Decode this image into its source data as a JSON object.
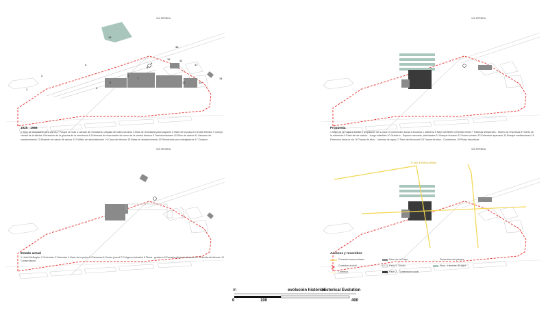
{
  "panels": {
    "p1": {
      "rail": "VÍA FERREA",
      "title": "1925 - 1958",
      "caption": "1 Silos de remolacha para carros 2 Parque de vías 3 Lavado de remolacha. Llegada de todos los silos 4 Silos de remolacha para vagones 5 Nave de la pulpa 6 Central térmica 7 Cuerpo central de la fábrica. Extracción de la glucosa de la remolacha 8 Chimenea de evacuación de humo de la central térmica 9 Transformadores 10 Silos de carbón 11 Almacén de mantenimiento 12 Almacén de sacos de azúcar 13 Edificio de administración 14 Casa del director 15 Balsa de abastecimiento 16 Residencia para trabajadores 17 Campos",
      "labels": [
        "1",
        "2",
        "3",
        "4",
        "5",
        "6",
        "7",
        "8",
        "9",
        "10",
        "11",
        "12",
        "13",
        "14",
        "15",
        "16",
        "17"
      ]
    },
    "p2": {
      "rail": "VÍA FERREA",
      "title": "Propuesta",
      "caption": "1 Nave de la Pulpa 2 Zócalo y ampliación de la nave 3 Contenedor social 4 Accesos y cafetería 5 Nave del Belén 6 Recinto ferial 7 Traseras almacenes - Huerto de empresas 8 Huerto de la chimenea 9 Patio del de carbón - Juego infantiles 10 Graderío - Espacio mercado, actividades 11 Bosque húmedo 12 Huerto urbano 13 Extensión aparcado 14 Bosque mediterráneo 15 Extensión hacia la vía 16 Trazas de silos - Láminas de agua 17 Paso del ferrocarril 18 Trazas de silos - Conexiones 19 Pistas deportivas"
    },
    "p3": {
      "rail": "VÍA FERREA",
      "title": "Estado actual",
      "caption": "1 Hotel Wellington 2 Viviendas 3 Viviendas 4 Nave de la pulpa 5 Chimenea 6 Centro juvenil 7 Polígono industrial 8 Plaza - graderío 9 Escuela oficial de idiomas 10 Vivienda del director 11 Conservatorio"
    },
    "p4": {
      "rail": "VÍA FERREA",
      "street": "P. DEL FERROCARRIL",
      "legend_title": "Accesos y recorridos",
      "legend": {
        "col1": [
          "Conexión trama urbana",
          "Conexión a nivel",
          "Caminos"
        ],
        "col2": [
          "Nave de la Pulpa",
          "Fase 1- Zócalo",
          "Fase 2 - Contenedor social"
        ],
        "col3": [
          "Recorridos del parque",
          "Silos - Láminas de agua"
        ]
      }
    }
  },
  "footer": {
    "unit": "m",
    "title_es": "evolución histórica",
    "title_en": "Historical Evolution",
    "ticks": [
      "0",
      "100",
      "400"
    ]
  },
  "colors": {
    "boundary": "#e53935",
    "building": "#8a8a8a",
    "building_dark": "#3a3a3a",
    "water": "#a9c6bd",
    "axis": "#f3d64c",
    "line": "#c8c8c8"
  }
}
